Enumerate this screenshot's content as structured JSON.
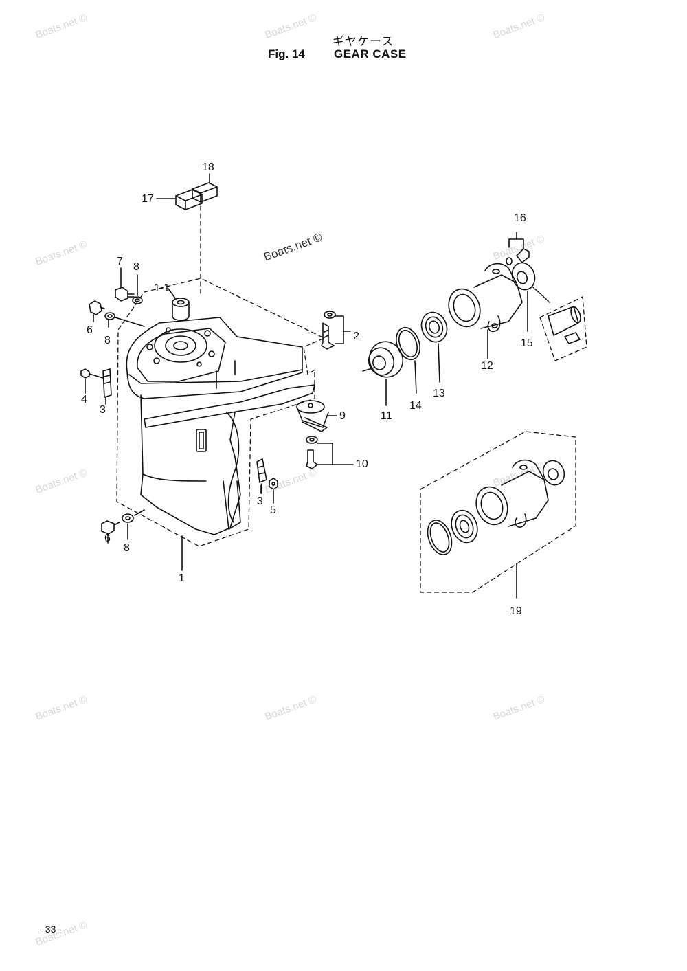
{
  "header": {
    "title_jp": "ギヤケース",
    "fig_no": "Fig. 14",
    "title_en": "GEAR CASE"
  },
  "watermark": "Boats.net ©",
  "page_number": "–33–",
  "callouts": {
    "c1": "1",
    "c1_1": "1-1",
    "c2": "2",
    "c3a": "3",
    "c3b": "3",
    "c4": "4",
    "c5": "5",
    "c6a": "6",
    "c6b": "6",
    "c7": "7",
    "c8a": "8",
    "c8b": "8",
    "c8c": "8",
    "c9": "9",
    "c10": "10",
    "c11": "11",
    "c12": "12",
    "c13": "13",
    "c14": "14",
    "c15": "15",
    "c16": "16",
    "c17": "17",
    "c18": "18",
    "c19": "19"
  }
}
